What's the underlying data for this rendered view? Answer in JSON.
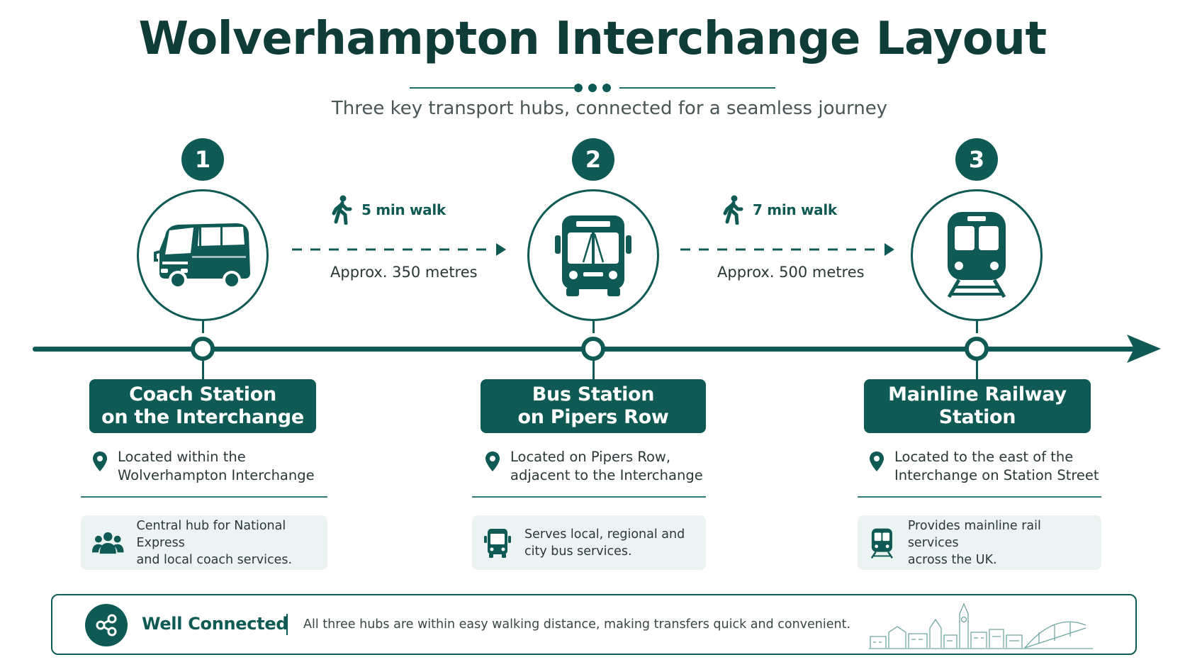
{
  "title": "Wolverhampton Interchange Layout",
  "subtitle": "Three key transport hubs, connected for a seamless journey",
  "hubs": [
    {
      "number": "1",
      "icon": "coach-icon",
      "name_line1": "Coach Station",
      "name_line2": "on the Interchange",
      "location_line1": "Located within the",
      "location_line2": "Wolverhampton Interchange",
      "info_icon": "people-icon",
      "info_line1": "Central hub for National Express",
      "info_line2": "and local coach services."
    },
    {
      "number": "2",
      "icon": "bus-icon",
      "name_line1": "Bus Station",
      "name_line2": "on Pipers Row",
      "location_line1": "Located on Pipers Row,",
      "location_line2": "adjacent to the Interchange",
      "info_icon": "bus-icon",
      "info_line1": "Serves local, regional and",
      "info_line2": "city bus services."
    },
    {
      "number": "3",
      "icon": "train-icon",
      "name_line1": "Mainline Railway",
      "name_line2": "Station",
      "location_line1": "Located to the east of the",
      "location_line2": "Interchange on Station Street",
      "info_icon": "train-icon",
      "info_line1": "Provides mainline rail services",
      "info_line2": "across the UK."
    }
  ],
  "connections": [
    {
      "walk": "5 min walk",
      "distance": "Approx. 350 metres"
    },
    {
      "walk": "7 min walk",
      "distance": "Approx. 500 metres"
    }
  ],
  "footer": {
    "icon": "share-icon",
    "title": "Well Connected",
    "text": "All three hubs are within easy walking distance, making transfers quick and convenient."
  },
  "colors": {
    "primary": "#0f5a55",
    "title": "#0f3b39",
    "info_background": "#ecf4f3"
  }
}
